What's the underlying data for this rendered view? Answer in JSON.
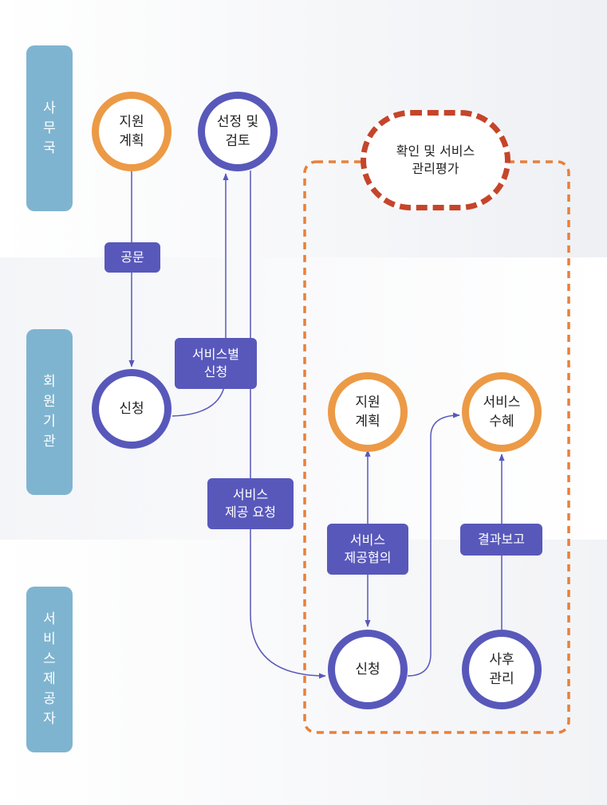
{
  "colors": {
    "lane": "#7fb4d0",
    "orange": "#ec9a46",
    "purple": "#5858bb",
    "dashed_region": "#e8803a",
    "bubble": "#c5452a"
  },
  "lanes": [
    {
      "label": [
        "사",
        "무",
        "국"
      ]
    },
    {
      "label": [
        "회",
        "원",
        "기",
        "관"
      ]
    },
    {
      "label": [
        "서",
        "비",
        "스",
        "제",
        "공",
        "자"
      ]
    }
  ],
  "nodes": {
    "secretariat_plan": [
      "지원",
      "계획"
    ],
    "selection_review": [
      "선정 및",
      "검토"
    ],
    "member_apply": [
      "신청"
    ],
    "provider_plan": [
      "지원",
      "계획"
    ],
    "service_receive": [
      "서비스",
      "수혜"
    ],
    "provider_apply": [
      "신청"
    ],
    "follow_up": [
      "사후",
      "관리"
    ]
  },
  "tags": {
    "official_letter": [
      "공문"
    ],
    "service_apply": [
      "서비스별",
      "신청"
    ],
    "service_request": [
      "서비스",
      "제공 요청"
    ],
    "service_consult": [
      "서비스",
      "제공협의"
    ],
    "result_report": [
      "결과보고"
    ]
  },
  "bubble": [
    "확인 및 서비스",
    "관리평가"
  ]
}
